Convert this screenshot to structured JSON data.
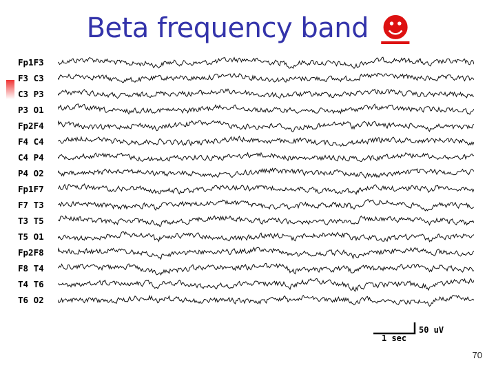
{
  "slide": {
    "title": "Beta frequency band",
    "title_symbol": "☻",
    "page_number": "70"
  },
  "eeg": {
    "channels": [
      "Fp1F3",
      "F3 C3",
      "C3 P3",
      "P3 O1",
      "Fp2F4",
      "F4 C4",
      "C4 P4",
      "P4 O2",
      "Fp1F7",
      "F7 T3",
      "T3 T5",
      "T5 O1",
      "Fp2F8",
      "F8 T4",
      "T4 T6",
      "T6 O2"
    ],
    "scale_amplitude": "50 uV",
    "scale_time": "1 sec"
  },
  "colors": {
    "title": "#3333aa",
    "symbol": "#dd1111",
    "trace": "#111111"
  }
}
